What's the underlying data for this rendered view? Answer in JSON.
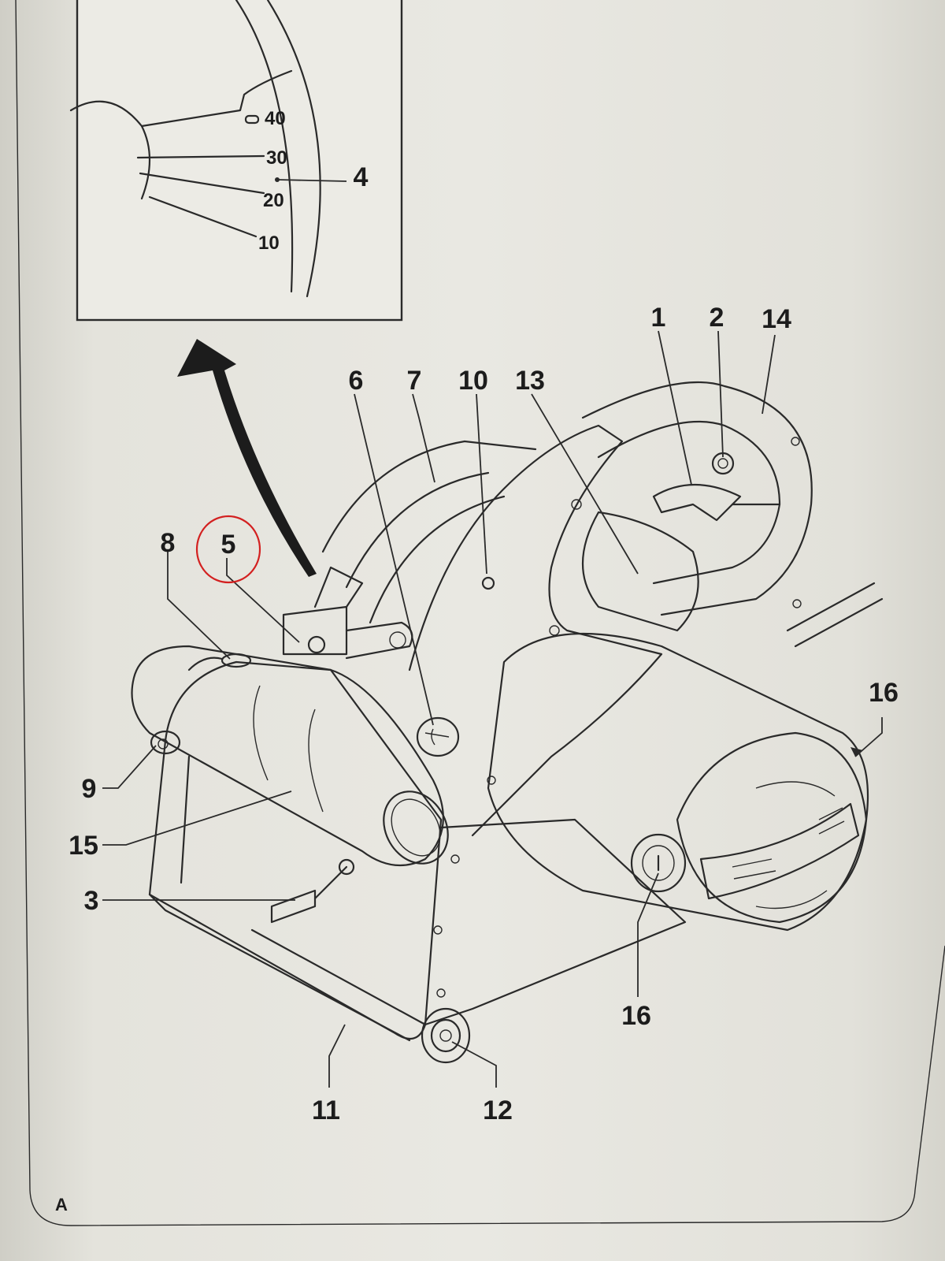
{
  "figure": {
    "letter": "A",
    "callouts": [
      "1",
      "2",
      "3",
      "4",
      "5",
      "6",
      "7",
      "8",
      "9",
      "10",
      "11",
      "12",
      "13",
      "14",
      "15",
      "16",
      "16"
    ],
    "highlighted_callout": "5",
    "highlight_color": "#d32020",
    "inset_scale": [
      "40",
      "30",
      "20",
      "10"
    ]
  }
}
